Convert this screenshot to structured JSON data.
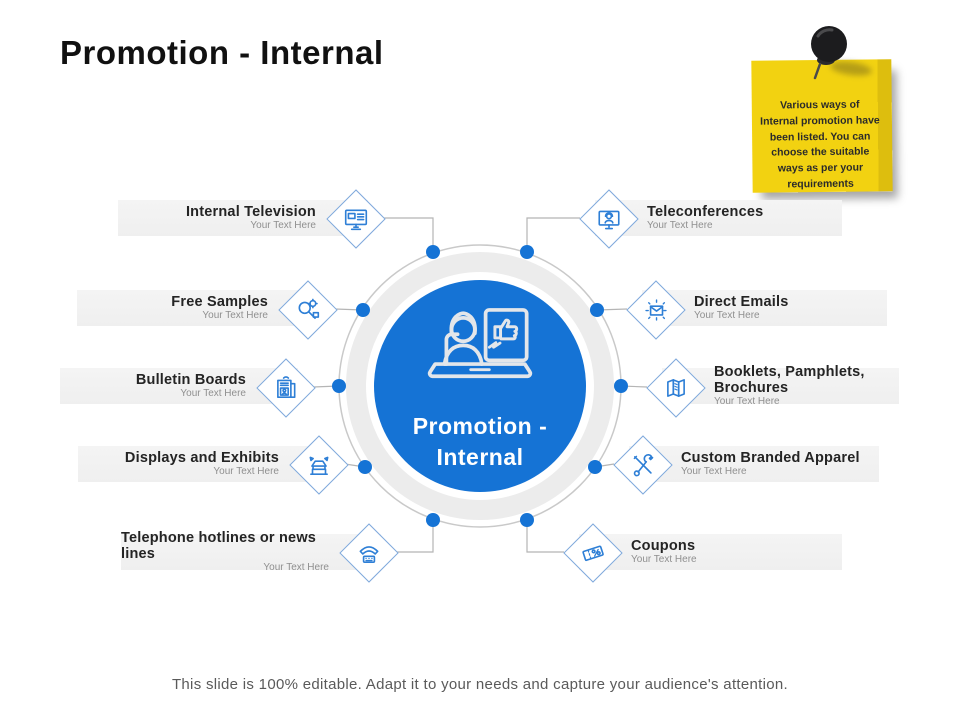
{
  "slide": {
    "title": "Promotion - Internal",
    "footer": "This slide is 100% editable. Adapt it to your needs and capture your audience's attention."
  },
  "sticky_note": {
    "text": "Various ways of Internal promotion have been listed. You can choose the suitable ways as per your requirements",
    "color": "#F2D211",
    "pin_icon": "pushpin-icon"
  },
  "center": {
    "title_line1": "Promotion -",
    "title_line2": "Internal",
    "icon": "presenter-laptop-thumbsup-icon",
    "color": "#1573D5"
  },
  "items": {
    "left": [
      {
        "title": "Internal Television",
        "subtitle": "Your Text Here",
        "icon": "television-icon"
      },
      {
        "title": "Free Samples",
        "subtitle": "Your Text Here",
        "icon": "samples-search-icon"
      },
      {
        "title": "Bulletin Boards",
        "subtitle": "Your Text Here",
        "icon": "bulletin-board-icon"
      },
      {
        "title": "Displays and Exhibits",
        "subtitle": "Your Text Here",
        "icon": "exhibit-booth-icon"
      },
      {
        "title": "Telephone hotlines or news lines",
        "subtitle": "Your Text Here",
        "icon": "telephone-icon"
      }
    ],
    "right": [
      {
        "title": "Teleconferences",
        "subtitle": "Your Text Here",
        "icon": "teleconference-icon"
      },
      {
        "title": "Direct Emails",
        "subtitle": "Your Text Here",
        "icon": "email-icon"
      },
      {
        "title": "Booklets, Pamphlets, Brochures",
        "subtitle": "Your Text Here",
        "icon": "brochure-icon"
      },
      {
        "title": "Custom Branded Apparel",
        "subtitle": "Your Text Here",
        "icon": "tools-icon"
      },
      {
        "title": "Coupons",
        "subtitle": "Your Text Here",
        "icon": "coupon-icon"
      }
    ]
  },
  "colors": {
    "accent_blue": "#1573D5",
    "icon_blue": "#2E7FD6",
    "bar_gray": "#F1F1F1",
    "ring_gray": "#ECECEC",
    "note_yellow": "#F2D211"
  }
}
